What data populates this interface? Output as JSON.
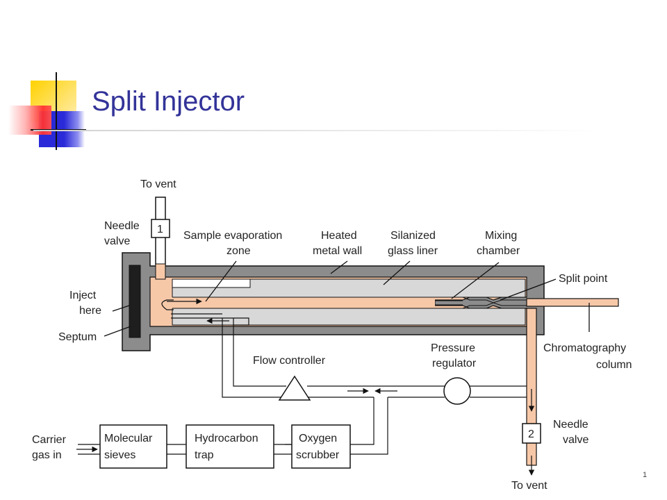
{
  "slide": {
    "title": "Split Injector",
    "corner_mark": "1"
  },
  "diagram": {
    "labels": {
      "to_vent_top": "To vent",
      "needle_valve_top_1": "Needle",
      "needle_valve_top_2": "valve",
      "valve_1": "1",
      "evap_1": "Sample evaporation",
      "evap_2": "zone",
      "heated_1": "Heated",
      "heated_2": "metal wall",
      "silanized_1": "Silanized",
      "silanized_2": "glass liner",
      "mixing_1": "Mixing",
      "mixing_2": "chamber",
      "split_point": "Split point",
      "inject_1": "Inject",
      "inject_2": "here",
      "septum": "Septum",
      "flow_controller": "Flow controller",
      "pressure_1": "Pressure",
      "pressure_2": "regulator",
      "column_1": "Chromatography",
      "column_2": "column",
      "carrier_1": "Carrier",
      "carrier_2": "gas in",
      "sieves_1": "Molecular",
      "sieves_2": "sieves",
      "hydro_1": "Hydrocarbon",
      "hydro_2": "trap",
      "oxygen_1": "Oxygen",
      "oxygen_2": "scrubber",
      "needle_valve_bottom_1": "Needle",
      "needle_valve_bottom_2": "valve",
      "valve_2": "2",
      "to_vent_bottom": "To vent"
    },
    "colors": {
      "metal": "#8c8c8c",
      "liner": "#f7c8a8",
      "inner_gray": "#d8d8d8",
      "septum": "#1e1e1e",
      "title": "#333399"
    }
  }
}
